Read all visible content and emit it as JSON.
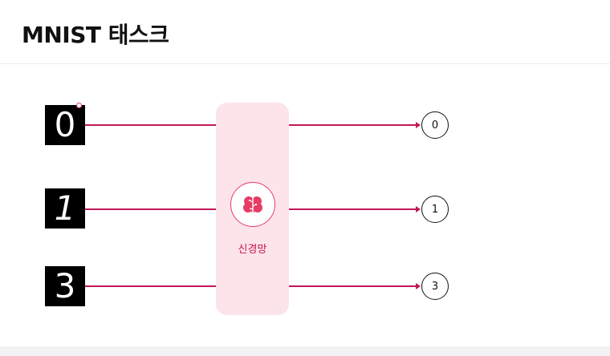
{
  "header": {
    "title": "MNIST 태스크"
  },
  "inputs": [
    {
      "digit": "0"
    },
    {
      "digit": "1"
    },
    {
      "digit": "3"
    }
  ],
  "network": {
    "label": "신경망",
    "icon": "brain-icon"
  },
  "outputs": [
    {
      "label": "0"
    },
    {
      "label": "1"
    },
    {
      "label": "3"
    }
  ],
  "colors": {
    "accent": "#c2185b",
    "box_fill": "#fde3ea",
    "label": "#c8184e",
    "icon": "#e63c66"
  }
}
